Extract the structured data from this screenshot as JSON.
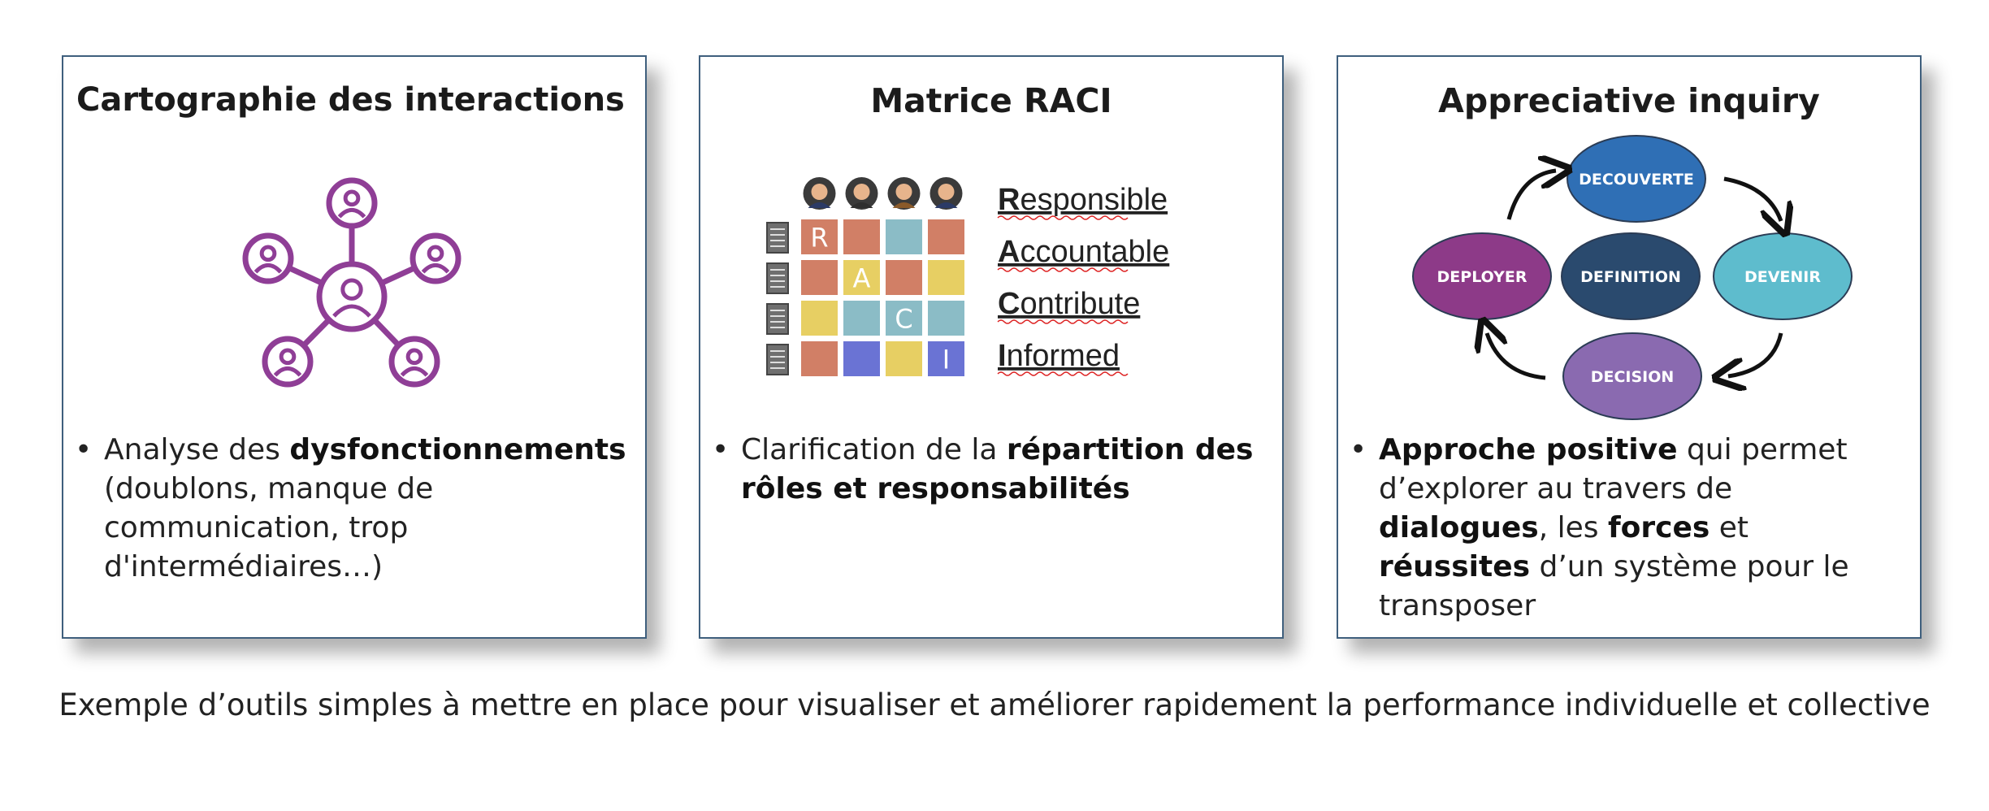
{
  "cards": [
    {
      "title": "Cartographie des interactions",
      "bullet": {
        "parts": [
          {
            "text": "Analyse des ",
            "bold": false
          },
          {
            "text": "dysfonctionnements",
            "bold": true
          },
          {
            "text": " (doublons, manque de communication, trop d'intermédiaires…)",
            "bold": false
          }
        ]
      }
    },
    {
      "title": "Matrice RACI",
      "grid_letters": [
        "R",
        "A",
        "C",
        "I"
      ],
      "raci_terms": [
        {
          "first": "R",
          "rest": "esponsible"
        },
        {
          "first": "A",
          "rest": "ccountable"
        },
        {
          "first": "C",
          "rest": "ontribute"
        },
        {
          "first": "I",
          "rest": "nformed"
        }
      ],
      "bullet": {
        "parts": [
          {
            "text": "Clarification de la ",
            "bold": false
          },
          {
            "text": "répartition des rôles et responsabilités",
            "bold": true
          }
        ]
      }
    },
    {
      "title": "Appreciative inquiry",
      "nodes": [
        "DECOUVERTE",
        "DEVENIR",
        "DECISION",
        "DEPLOYER",
        "DEFINITION"
      ],
      "bullet": {
        "parts": [
          {
            "text": "Approche positive",
            "bold": true
          },
          {
            "text": " qui permet d’explorer au travers de ",
            "bold": false
          },
          {
            "text": "dialogues",
            "bold": true
          },
          {
            "text": ", les ",
            "bold": false
          },
          {
            "text": "forces",
            "bold": true
          },
          {
            "text": " et ",
            "bold": false
          },
          {
            "text": "réussites",
            "bold": true
          },
          {
            "text": " d’un système pour le transposer",
            "bold": false
          }
        ]
      }
    }
  ],
  "caption": "Exemple d’outils simples à mettre en place pour visualiser et améliorer rapidement la performance individuelle et collective",
  "colors": {
    "border": "#3f5f7d",
    "network": "#8f3e96",
    "raci_orange": "#d17f66",
    "raci_teal": "#8bbcc6",
    "raci_yellow": "#e7cf63",
    "raci_blue": "#6a73d4",
    "node_decouverte": "#2f6fb5",
    "node_devenir": "#5ebccd",
    "node_decision": "#8a6ab0",
    "node_deployer": "#8d3a88",
    "node_definition": "#2a4a6e"
  }
}
